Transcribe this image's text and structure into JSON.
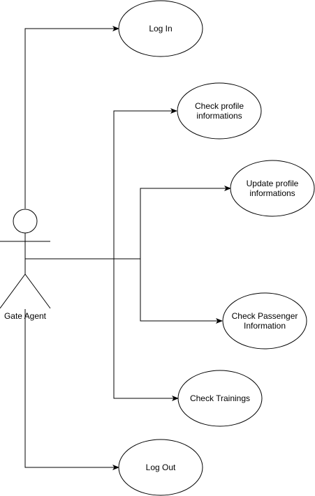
{
  "diagram": {
    "type": "use-case",
    "actor": {
      "label": "Gate Agent"
    },
    "use_cases": [
      {
        "id": "log-in",
        "label": "Log In"
      },
      {
        "id": "check-profile-informations",
        "label": "Check profile\ninformations"
      },
      {
        "id": "update-profile-informations",
        "label": "Update profile\ninformations"
      },
      {
        "id": "check-passenger-information",
        "label": "Check Passenger\nInformation"
      },
      {
        "id": "check-trainings",
        "label": "Check Trainings"
      },
      {
        "id": "log-out",
        "label": "Log Out"
      }
    ],
    "connections": [
      {
        "from": "actor",
        "to": "log-in"
      },
      {
        "from": "actor",
        "to": "check-profile-informations"
      },
      {
        "from": "actor",
        "to": "update-profile-informations"
      },
      {
        "from": "actor",
        "to": "check-passenger-information"
      },
      {
        "from": "actor",
        "to": "check-trainings"
      },
      {
        "from": "actor",
        "to": "log-out"
      }
    ],
    "colors": {
      "stroke": "#000000",
      "fill": "#ffffff",
      "background": "#ffffff"
    }
  }
}
